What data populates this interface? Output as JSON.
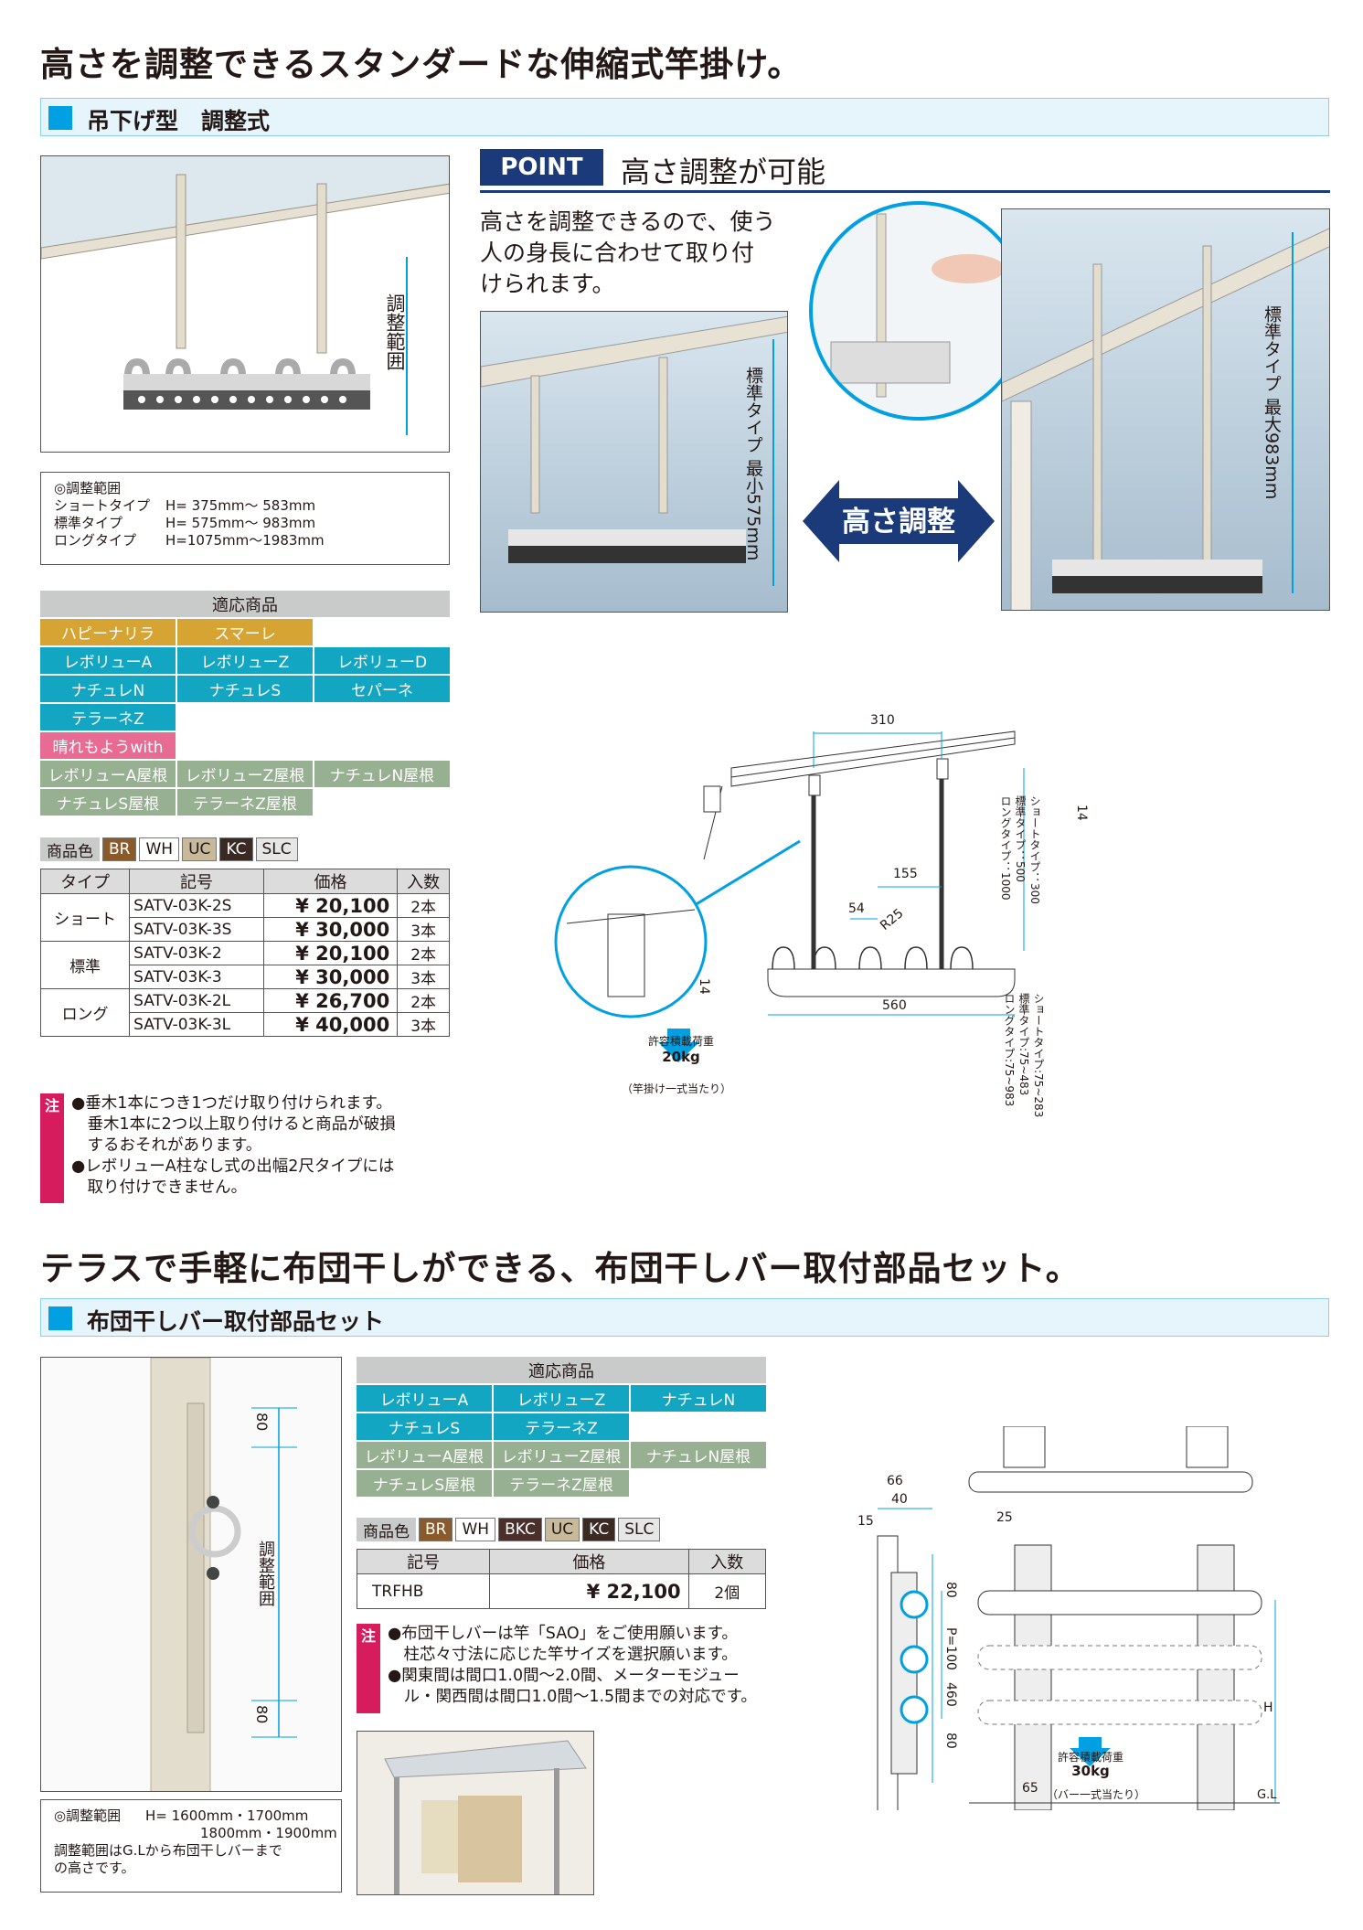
{
  "headline1": "高さを調整できるスタンダードな伸縮式竿掛け。",
  "section1_title": "吊下げ型　調整式",
  "photo1_label": "調整範囲",
  "spec1": {
    "title": "◎調整範囲",
    "rows": [
      {
        "type": "ショートタイプ",
        "range": "H=  375mm～ 583mm"
      },
      {
        "type": "標準タイプ",
        "range": "H=  575mm～ 983mm"
      },
      {
        "type": "ロングタイプ",
        "range": "H=1075mm～1983mm"
      }
    ]
  },
  "point": {
    "label": "POINT",
    "title": "高さ調整が可能",
    "desc_lines": [
      "高さを調整できるので、使う",
      "人の身長に合わせて取り付",
      "けられます。"
    ],
    "min_label": "標準タイプ 最小575mm",
    "max_label": "標準タイプ 最大983mm",
    "arrow_label": "高さ調整"
  },
  "products1": {
    "header": "適応商品",
    "items": [
      {
        "name": "ハピーナリラ",
        "color": "y"
      },
      {
        "name": "スマーレ",
        "color": "y"
      },
      {
        "name": "",
        "color": ""
      },
      {
        "name": "レボリューA",
        "color": "b"
      },
      {
        "name": "レボリューZ",
        "color": "b"
      },
      {
        "name": "レボリューD",
        "color": "b"
      },
      {
        "name": "ナチュレN",
        "color": "b"
      },
      {
        "name": "ナチュレS",
        "color": "b"
      },
      {
        "name": "セパーネ",
        "color": "b"
      },
      {
        "name": "テラーネZ",
        "color": "b"
      },
      {
        "name": "",
        "color": ""
      },
      {
        "name": "",
        "color": ""
      },
      {
        "name": "晴れもようwith",
        "color": "p"
      },
      {
        "name": "",
        "color": ""
      },
      {
        "name": "",
        "color": ""
      },
      {
        "name": "レボリューA屋根",
        "color": "g"
      },
      {
        "name": "レボリューZ屋根",
        "color": "g"
      },
      {
        "name": "ナチュレN屋根",
        "color": "g"
      },
      {
        "name": "ナチュレS屋根",
        "color": "g"
      },
      {
        "name": "テラーネZ屋根",
        "color": "g"
      },
      {
        "name": "",
        "color": ""
      }
    ]
  },
  "colors1": {
    "label": "商品色",
    "swatches": [
      {
        "code": "BR",
        "bg": "#8b5a2b",
        "fg": "#ffffff"
      },
      {
        "code": "WH",
        "bg": "#ffffff",
        "fg": "#231815"
      },
      {
        "code": "UC",
        "bg": "#c7b999",
        "fg": "#231815"
      },
      {
        "code": "KC",
        "bg": "#3a2a23",
        "fg": "#ffffff"
      },
      {
        "code": "SLC",
        "bg": "#e6e6e6",
        "fg": "#231815"
      }
    ]
  },
  "table1": {
    "headers": [
      "タイプ",
      "記号",
      "価格",
      "入数"
    ],
    "groups": [
      {
        "type": "ショート",
        "rows": [
          [
            "SATV-03K-2S",
            "¥  20,100",
            "2本"
          ],
          [
            "SATV-03K-3S",
            "¥  30,000",
            "3本"
          ]
        ]
      },
      {
        "type": "標準",
        "rows": [
          [
            "SATV-03K-2",
            "¥  20,100",
            "2本"
          ],
          [
            "SATV-03K-3",
            "¥  30,000",
            "3本"
          ]
        ]
      },
      {
        "type": "ロング",
        "rows": [
          [
            "SATV-03K-2L",
            "¥  26,700",
            "2本"
          ],
          [
            "SATV-03K-3L",
            "¥  40,000",
            "3本"
          ]
        ]
      }
    ]
  },
  "note1": {
    "tag": "注",
    "lines": [
      "●垂木1本につき1つだけ取り付けられます。",
      "　垂木1本に2つ以上取り付けると商品が破損",
      "　するおそれがあります。",
      "●レボリューA柱なし式の出幅2尺タイプには",
      "　取り付けできません。"
    ]
  },
  "diagram1": {
    "dim_310": "310",
    "dim_155": "155",
    "dim_54": "54",
    "dim_r25": "R25",
    "dim_560": "560",
    "dim_14": "14",
    "dim_14b": "14",
    "types_top": [
      "ショートタイプ：300",
      "標準タイプ：500",
      "ロングタイプ：1000"
    ],
    "types_bottom": [
      "ショートタイプ:75~283",
      "標準タイプ:75~483",
      "ロングタイプ:75~983"
    ],
    "load_title": "許容積載荷重",
    "load_value": "20kg",
    "load_note": "（竿掛け一式当たり）"
  },
  "headline2": "テラスで手軽に布団干しができる、布団干しバー取付部品セット。",
  "section2_title": "布団干しバー取付部品セット",
  "photo2": {
    "dim_top": "80",
    "dim_bottom": "80",
    "label": "調整範囲"
  },
  "spec2": {
    "title": "◎調整範囲",
    "range1": "H=  1600mm・1700mm",
    "range2": "1800mm・1900mm",
    "note1": "調整範囲はG.Lから布団干しバーまで",
    "note2": "の高さです。"
  },
  "products2": {
    "header": "適応商品",
    "items": [
      {
        "name": "レボリューA",
        "color": "b"
      },
      {
        "name": "レボリューZ",
        "color": "b"
      },
      {
        "name": "ナチュレN",
        "color": "b"
      },
      {
        "name": "ナチュレS",
        "color": "b"
      },
      {
        "name": "テラーネZ",
        "color": "b"
      },
      {
        "name": "",
        "color": ""
      },
      {
        "name": "レボリューA屋根",
        "color": "g"
      },
      {
        "name": "レボリューZ屋根",
        "color": "g"
      },
      {
        "name": "ナチュレN屋根",
        "color": "g"
      },
      {
        "name": "ナチュレS屋根",
        "color": "g"
      },
      {
        "name": "テラーネZ屋根",
        "color": "g"
      },
      {
        "name": "",
        "color": ""
      }
    ]
  },
  "colors2": {
    "label": "商品色",
    "swatches": [
      {
        "code": "BR",
        "bg": "#8b5a2b",
        "fg": "#ffffff"
      },
      {
        "code": "WH",
        "bg": "#ffffff",
        "fg": "#231815"
      },
      {
        "code": "BKC",
        "bg": "#4a2f2a",
        "fg": "#ffffff"
      },
      {
        "code": "UC",
        "bg": "#c7b999",
        "fg": "#231815"
      },
      {
        "code": "KC",
        "bg": "#3a2a23",
        "fg": "#ffffff"
      },
      {
        "code": "SLC",
        "bg": "#e6e6e6",
        "fg": "#231815"
      }
    ]
  },
  "table2": {
    "headers": [
      "記号",
      "価格",
      "入数"
    ],
    "row": [
      "TRFHB",
      "¥  22,100",
      "2個"
    ]
  },
  "note2": {
    "tag": "注",
    "lines": [
      "●布団干しバーは竿「SAO」をご使用願います。",
      "　柱芯々寸法に応じた竿サイズを選択願います。",
      "●関東間は間口1.0間～2.0間、メーターモジュー",
      "　ル・関西間は間口1.0間～1.5間までの対応です。"
    ]
  },
  "diagram2": {
    "dim_66": "66",
    "dim_40": "40",
    "dim_15": "15",
    "dim_25": "25",
    "dim_80a": "80",
    "dim_p100": "P=100",
    "dim_460": "460",
    "dim_80b": "80",
    "dim_65": "65",
    "dim_h": "H",
    "gl": "G.L",
    "load_title": "許容積載荷重",
    "load_value": "30kg",
    "load_note": "（バー一式当たり）"
  }
}
